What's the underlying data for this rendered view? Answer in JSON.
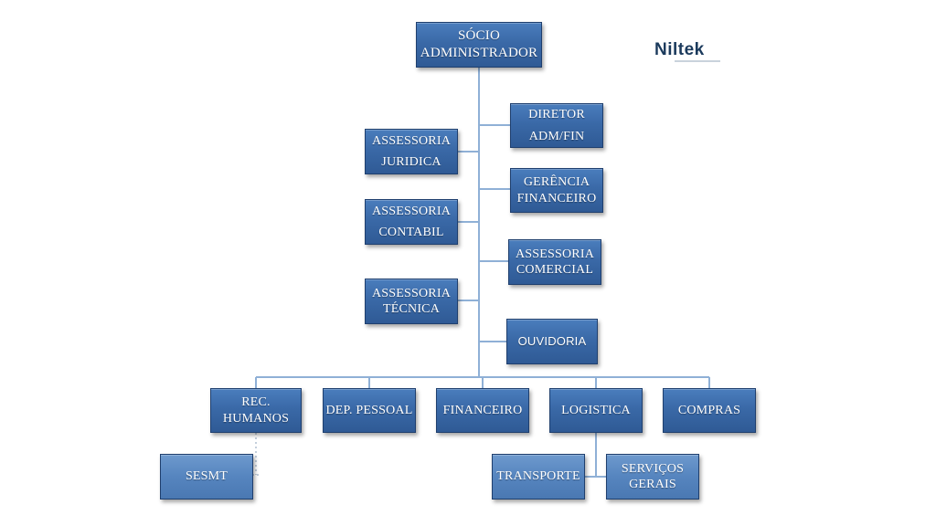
{
  "logo": {
    "text": "Niltek"
  },
  "chart": {
    "top": {
      "line1": "SÓCIO",
      "line2": "ADMINISTRADOR"
    },
    "right": {
      "diretor": {
        "line1": "DIRETOR",
        "line2": "ADM/FIN"
      },
      "gerencia": {
        "line1": "GERÊNCIA",
        "line2": "FINANCEIRO"
      },
      "comercial": {
        "line1": "ASSESSORIA",
        "line2": "COMERCIAL"
      },
      "ouvidoria": {
        "line1": "OUVIDORIA"
      }
    },
    "left": {
      "juridica": {
        "line1": "ASSESSORIA",
        "line2": "JURIDICA"
      },
      "contabil": {
        "line1": "ASSESSORIA",
        "line2": "CONTABIL"
      },
      "tecnica": {
        "line1": "ASSESSORIA",
        "line2": "TÉCNICA"
      }
    },
    "departments": {
      "rh": {
        "line1": "REC.",
        "line2": "HUMANOS"
      },
      "pessoal": {
        "line1": "DEP. PESSOAL"
      },
      "financeiro": {
        "line1": "FINANCEIRO"
      },
      "logistica": {
        "line1": "LOGISTICA"
      },
      "compras": {
        "line1": "COMPRAS"
      }
    },
    "sub": {
      "sesmt": {
        "line1": "SESMT"
      },
      "transporte": {
        "line1": "TRANSPORTE"
      },
      "servicos": {
        "line1": "SERVIÇOS",
        "line2": "GERAIS"
      }
    }
  }
}
